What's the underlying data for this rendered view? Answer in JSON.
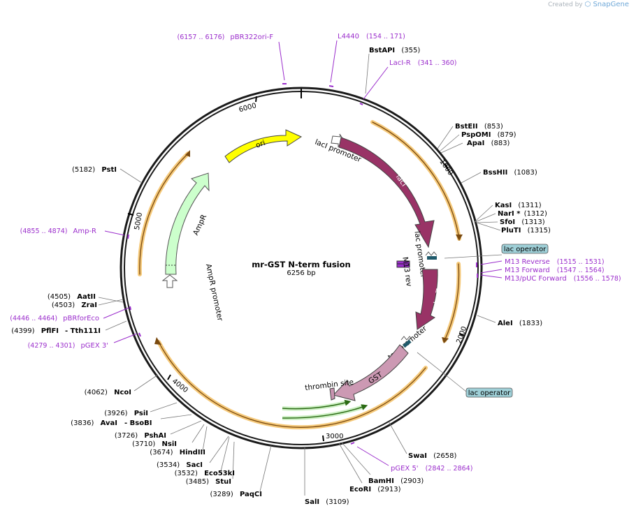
{
  "credit": {
    "prefix": "Created by",
    "brand": "SnapGene"
  },
  "plasmid": {
    "name": "mr-GST N-term fusion",
    "size": "6256 bp"
  },
  "ticks": [
    "1000",
    "2000",
    "3000",
    "4000",
    "5000",
    "6000"
  ],
  "features": {
    "ori": "ori",
    "laci": "lacI",
    "laci_promoter": "lacI promoter",
    "lac_promoter": "lac promoter",
    "m13_rev": "M13 rev",
    "laczalpha": "lacZα",
    "tac_promoter": "tac promoter",
    "gst": "GST",
    "thrombin": "thrombin site",
    "ampr": "AmpR",
    "ampr_promoter": "AmpR promoter"
  },
  "operators": [
    "lac operator",
    "lac operator"
  ],
  "sites": [
    {
      "name": "BstAPI",
      "pos": "(355)"
    },
    {
      "name": "BstEII",
      "pos": "(853)"
    },
    {
      "name": "PspOMI",
      "pos": "(879)"
    },
    {
      "name": "ApaI",
      "pos": "(883)"
    },
    {
      "name": "BssHII",
      "pos": "(1083)"
    },
    {
      "name": "KasI",
      "pos": "(1311)"
    },
    {
      "name": "NarI *",
      "pos": "(1312)"
    },
    {
      "name": "SfoI",
      "pos": "(1313)"
    },
    {
      "name": "PluTI",
      "pos": "(1315)"
    },
    {
      "name": "AleI",
      "pos": "(1833)"
    },
    {
      "name": "SwaI",
      "pos": "(2658)"
    },
    {
      "name": "BamHI",
      "pos": "(2903)"
    },
    {
      "name": "EcoRI",
      "pos": "(2913)"
    },
    {
      "name": "SalI",
      "pos": "(3109)"
    },
    {
      "name": "PaqCI",
      "pos": "(3289)"
    },
    {
      "name": "StuI",
      "pos": "(3485)"
    },
    {
      "name": "Eco53kI",
      "pos": "(3532)"
    },
    {
      "name": "SacI",
      "pos": "(3534)"
    },
    {
      "name": "HindIII",
      "pos": "(3674)"
    },
    {
      "name": "NsiI",
      "pos": "(3710)"
    },
    {
      "name": "PshAI",
      "pos": "(3726)"
    },
    {
      "name": "AvaI",
      "pos": "(3836)"
    },
    {
      "name": "- BsoBI",
      "pos": ""
    },
    {
      "name": "PsiI",
      "pos": "(3926)"
    },
    {
      "name": "NcoI",
      "pos": "(4062)"
    },
    {
      "name": "PflFI",
      "pos": "(4399)"
    },
    {
      "name": "- Tth111I",
      "pos": ""
    },
    {
      "name": "ZraI",
      "pos": "(4503)"
    },
    {
      "name": "AatII",
      "pos": "(4505)"
    },
    {
      "name": "PstI",
      "pos": "(5182)"
    }
  ],
  "primers": [
    {
      "name": "pBR322ori-F",
      "range": "(6157 .. 6176)"
    },
    {
      "name": "L4440",
      "range": "(154 .. 171)"
    },
    {
      "name": "LacI-R",
      "range": "(341 .. 360)"
    },
    {
      "name": "M13 Reverse",
      "range": "(1515 .. 1531)"
    },
    {
      "name": "M13 Forward",
      "range": "(1547 .. 1564)"
    },
    {
      "name": "M13/pUC Forward",
      "range": "(1556 .. 1578)"
    },
    {
      "name": "pGEX 5'",
      "range": "(2842 .. 2864)"
    },
    {
      "name": "pGEX 3'",
      "range": "(4279 .. 4301)"
    },
    {
      "name": "pBRforEco",
      "range": "(4446 .. 4464)"
    },
    {
      "name": "Amp-R",
      "range": "(4855 .. 4874)"
    }
  ],
  "colors": {
    "backbone": "#1a1a1a",
    "primer": "#9b2ecc",
    "orf_highlight": "#f5c97a",
    "ori": "#ffff00",
    "laci": "#993366",
    "gst": "#cc99b3",
    "ampr": "#ccffcc",
    "operator": "#9fd0d8",
    "thrombin": "#2b7a1e"
  }
}
